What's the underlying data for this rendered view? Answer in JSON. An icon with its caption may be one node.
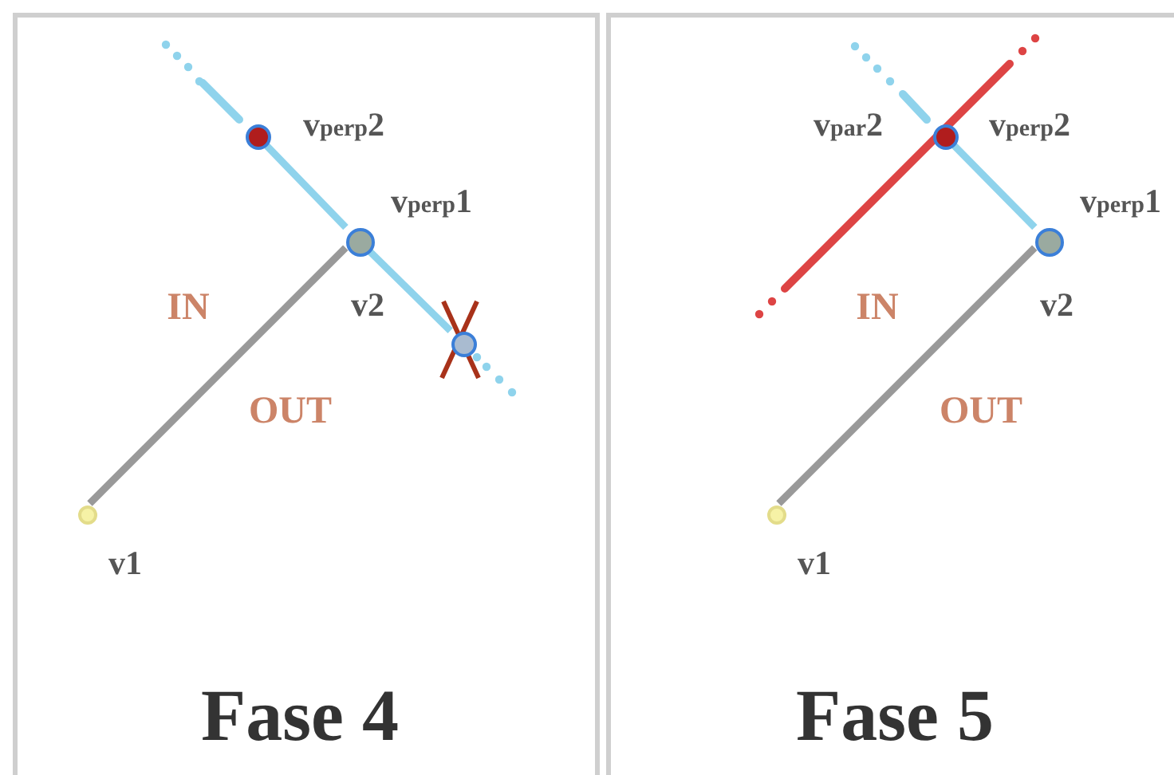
{
  "diagram": {
    "nodes": [
      {
        "text": [
          "Fase 4"
        ]
      },
      {
        "text": [
          "v1"
        ],
        "in": 0
      },
      {
        "text": [
          "v$_{perp}$1",
          "v2"
        ],
        "in": 0
      },
      {
        "text": [
          "v$_{perp}$2"
        ],
        "in": 0
      },
      {
        "text": [],
        "shape": "circle",
        "in": 0
      },
      {
        "text": [
          "Fase 5"
        ]
      },
      {
        "text": [
          "v1"
        ],
        "in": 5
      },
      {
        "text": [
          "v$_{perp}$1",
          "v2"
        ],
        "in": 5
      },
      {
        "text": [
          "v$_{par}$2",
          "v$_{perp}$2"
        ],
        "in": 5
      }
    ],
    "edges": [
      {
        "from": 1,
        "to": 2,
        "arrow": "none",
        "color": "#999999"
      },
      {
        "from": 2,
        "to": 3,
        "arrow": "none"
      },
      {
        "from": 2,
        "to": 4,
        "arrow": "none"
      },
      {
        "from": 6,
        "to": 7,
        "arrow": "none",
        "color": "#999999"
      },
      {
        "from": 7,
        "to": 8,
        "arrow": "none"
      }
    ],
    "labels": [
      "IN",
      "OUT",
      "IN",
      "OUT"
    ]
  }
}
